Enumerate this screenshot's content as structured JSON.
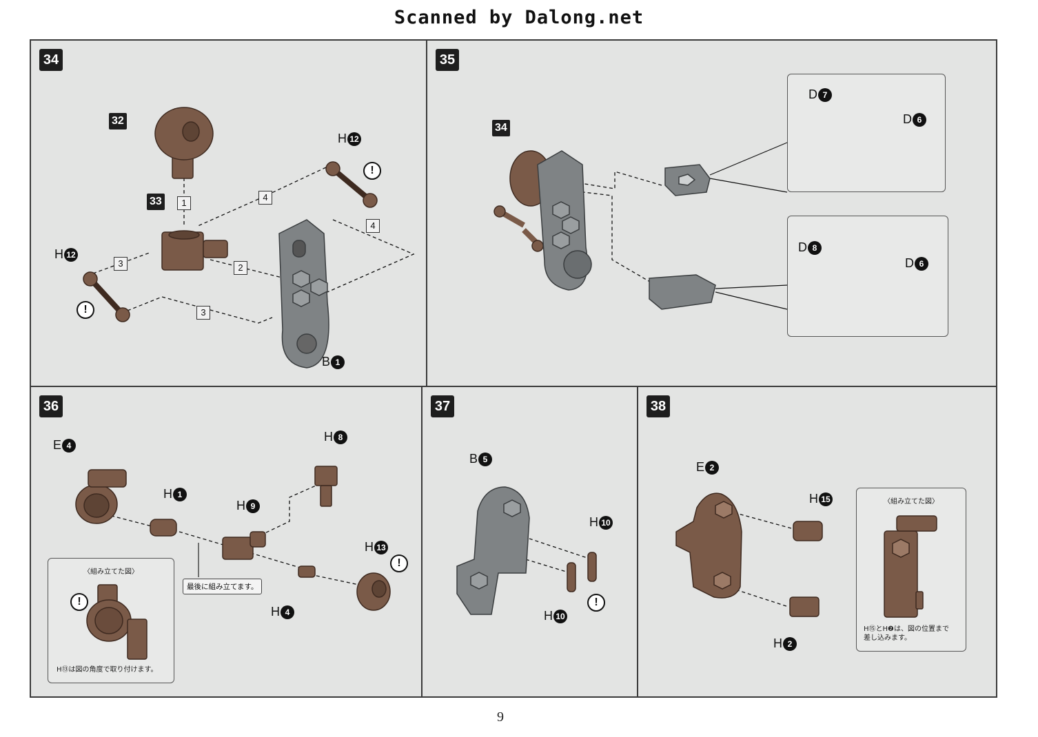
{
  "header": {
    "scan_credit": "Scanned by Dalong.net"
  },
  "page_number": "9",
  "colors": {
    "part_brown": "#7a5a48",
    "part_gray": "#7f8385",
    "panel_bg": "#e3e4e3"
  },
  "steps": [
    {
      "id": "34",
      "labels": {
        "ref_32": "32",
        "ref_33": "33",
        "h12_top": "H",
        "h12_top_num": "12",
        "h12_left": "H",
        "h12_left_num": "12",
        "b1": "B",
        "b1_num": "1"
      },
      "order_marks": [
        "1",
        "2",
        "3",
        "3",
        "4",
        "4"
      ],
      "warning": "!"
    },
    {
      "id": "35",
      "labels": {
        "ref_34": "34",
        "d7": "D",
        "d7_num": "7",
        "d6a": "D",
        "d6a_num": "6",
        "d8": "D",
        "d8_num": "8",
        "d6b": "D",
        "d6b_num": "6"
      }
    },
    {
      "id": "36",
      "labels": {
        "e4": "E",
        "e4_num": "4",
        "h1": "H",
        "h1_num": "1",
        "h8": "H",
        "h8_num": "8",
        "h9": "H",
        "h9_num": "9",
        "h13": "H",
        "h13_num": "13",
        "h4": "H",
        "h4_num": "4"
      },
      "callout": "最後に組み立てます。",
      "inset": {
        "title": "〈組み立てた図〉",
        "note": "H⑬は図の角度で取り付けます。"
      },
      "warning": "!"
    },
    {
      "id": "37",
      "labels": {
        "b5": "B",
        "b5_num": "5",
        "h10_top": "H",
        "h10_top_num": "10",
        "h10_bottom": "H",
        "h10_bottom_num": "10"
      },
      "warning": "!"
    },
    {
      "id": "38",
      "labels": {
        "e2": "E",
        "e2_num": "2",
        "h15": "H",
        "h15_num": "15",
        "h2": "H",
        "h2_num": "2"
      },
      "inset": {
        "title": "〈組み立てた図〉",
        "note_line1": "H⑮とH❷は、図の位置まで",
        "note_line2": "差し込みます。"
      }
    }
  ]
}
